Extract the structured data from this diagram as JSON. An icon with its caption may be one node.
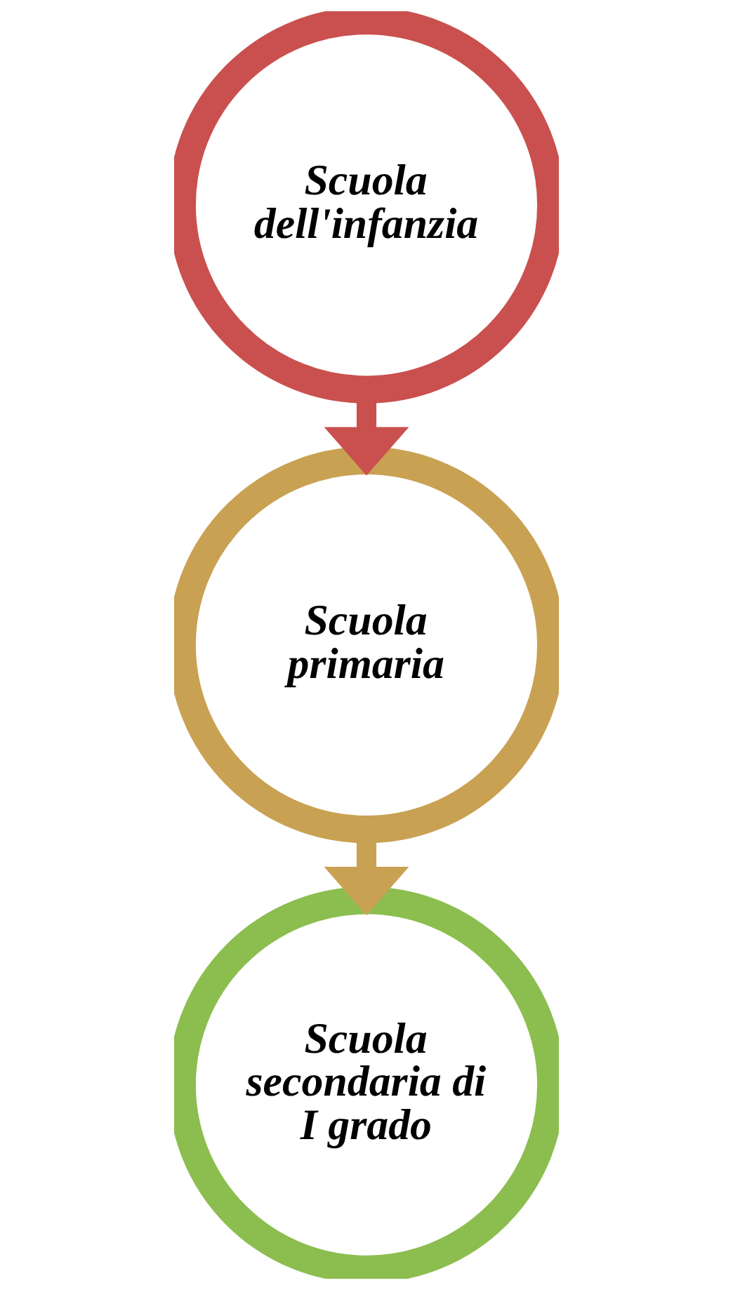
{
  "diagram": {
    "nodes": [
      {
        "text": [
          "Scuola dell'infanzia"
        ]
      },
      {
        "text": [
          "Scuola primaria"
        ]
      },
      {
        "text": [
          "Scuola secondaria di I grado"
        ]
      }
    ],
    "edges": [
      {
        "from": 0,
        "to": 1,
        "arrow": "to",
        "color": "#c9504e"
      },
      {
        "from": 1,
        "to": 2,
        "arrow": "to",
        "color": "#c9a152"
      }
    ]
  }
}
